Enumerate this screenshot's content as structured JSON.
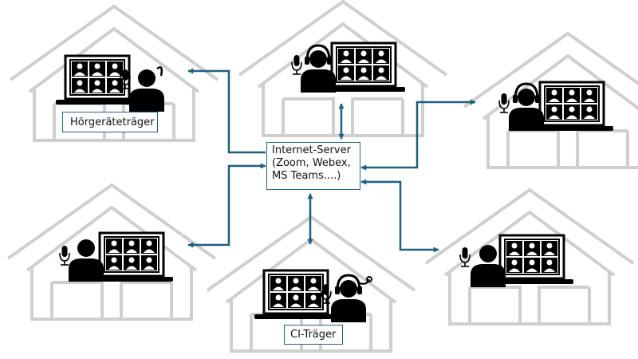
{
  "server": {
    "lines": [
      "Internet-Server",
      "(Zoom, Webex,",
      "MS Teams....)"
    ]
  },
  "labels": {
    "hoergeraet": "Hörgeräteträger",
    "ci": "CI-Träger"
  },
  "colors": {
    "arrow": "#1f5f7f",
    "house": "#cfcfcf",
    "figure": "#000000",
    "screen_bg": "#ffffff"
  },
  "icons": [
    "house-icon",
    "laptop-icon",
    "video-grid-icon",
    "person-icon",
    "microphone-icon",
    "headset-icon",
    "hearing-aid-icon",
    "cochlear-implant-icon"
  ]
}
